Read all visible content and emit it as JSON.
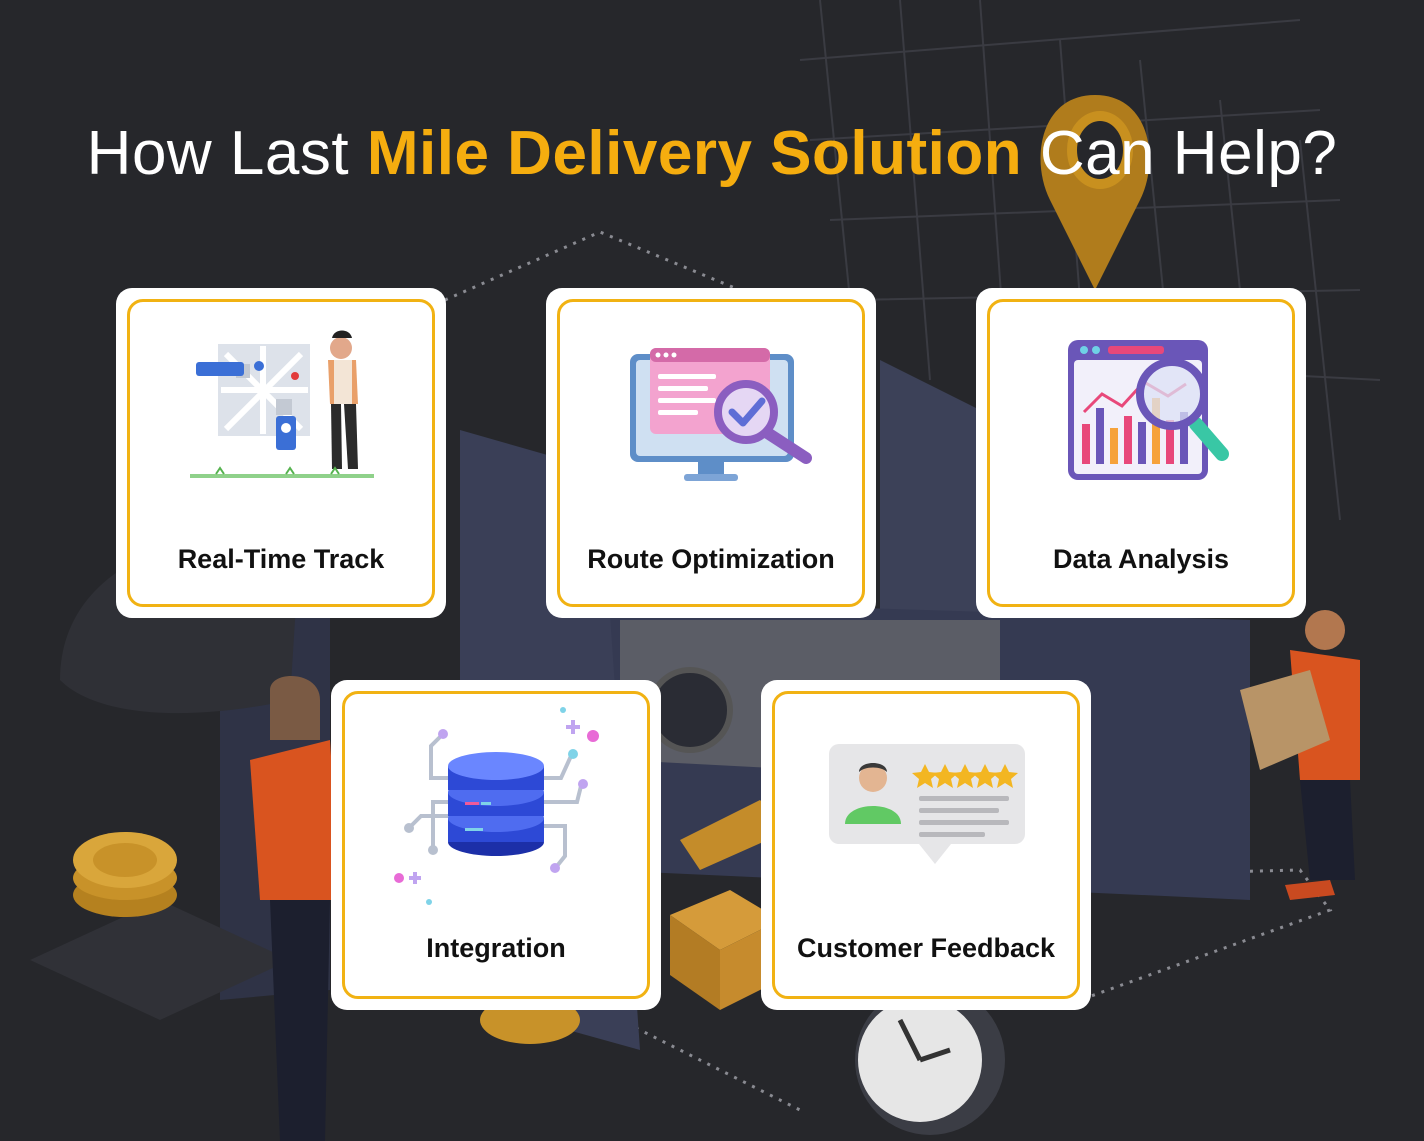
{
  "title": {
    "prefix": "How Last",
    "highlight": "Mile Delivery Solution",
    "suffix": "Can Help?"
  },
  "colors": {
    "background": "#26272b",
    "accent": "#f5ad0f",
    "card_border": "#f1b213",
    "card_bg": "#ffffff"
  },
  "cards": [
    {
      "label": "Real-Time Track",
      "icon": "map-tracking-icon"
    },
    {
      "label": "Route Optimization",
      "icon": "monitor-search-icon"
    },
    {
      "label": "Data Analysis",
      "icon": "chart-magnifier-icon"
    },
    {
      "label": "Integration",
      "icon": "server-stack-icon"
    },
    {
      "label": "Customer Feedback",
      "icon": "review-stars-icon"
    }
  ]
}
